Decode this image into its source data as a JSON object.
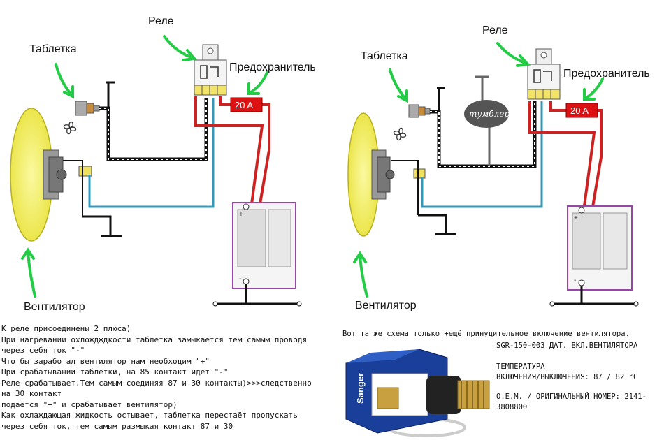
{
  "left_diagram": {
    "label_relay": "Реле",
    "label_sensor": "Таблетка",
    "label_fuse": "Предохранитель",
    "label_fan": "Вентилятор",
    "fuse_value": "20 A"
  },
  "right_diagram": {
    "label_relay": "Реле",
    "label_sensor": "Таблетка",
    "label_fuse": "Предохранитель",
    "label_fan": "Вентилятор",
    "fuse_value": "20 A",
    "switch_label": "тумблер"
  },
  "notes": [
    "К реле присоединены 2 плюса)",
    "При нагревании охлождждкости таблетка замыкается тем самым проводя через себя ток \"-\"",
    "Что бы заработал вентилятор нам необходим \"+\"",
    "При срабатывании таблетки, на 85 контакт идет \"-\"",
    "Реле срабатывает.Тем самым соединяя 87 и 30 контакты)>>>следственно на 30 контакт",
    "подаётся \"+\" и срабатывает вентилятор)",
    "Как охлаждающая жидкость остывает, таблетка перестаёт пропускать через себя ток, тем самым размыкая контакт 87 и 30"
  ],
  "right_caption": "Вот та же схема только +ещё принудительное включение вентилятора.",
  "product": {
    "title": "SGR-150-003 ДАТ. ВКЛ.ВЕНТИЛЯТОРА",
    "temp_heading": "ТЕМПЕРАТУРА",
    "temp_value": "ВКЛЮЧЕНИЯ/ВЫКЛЮЧЕНИЯ: 87 / 82 °C",
    "oem": "O.E.M. / ОРИГИНАЛЬНЫЙ НОМЕР: 2141-3808800",
    "brand": "Sanger"
  },
  "colors": {
    "arrow": "#22cc44",
    "fan": "#f2ee3a",
    "wire_red": "#cc2222",
    "wire_blue": "#3399bb",
    "fuse": "#dd1111",
    "battery_frame": "#9944aa"
  }
}
